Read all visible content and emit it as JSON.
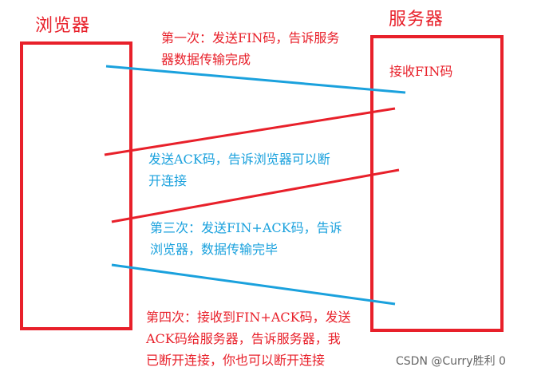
{
  "colors": {
    "red": "#e8202a",
    "blue": "#1aa1dd",
    "watermark": "#555555"
  },
  "browser": {
    "title": "浏览器"
  },
  "server": {
    "title": "服务器"
  },
  "steps": [
    {
      "text": "第一次：发送FIN码，告诉服务\n器数据传输完成",
      "color": "red",
      "direction": "browser-to-server",
      "line_color": "blue"
    },
    {
      "text": "接收FIN码",
      "color": "red"
    },
    {
      "text": "发送ACK码，告诉浏览器可以断\n开连接",
      "color": "blue",
      "direction": "server-to-browser",
      "line_color": "red"
    },
    {
      "text": "第三次：发送FIN+ACK码，告诉\n浏览器，数据传输完毕",
      "color": "blue",
      "direction": "server-to-browser",
      "line_color": "red"
    },
    {
      "text": "第四次：接收到FIN+ACK码，发送\nACK码给服务器，告诉服务器，我\n已断开连接，你也可以断开连接",
      "color": "red",
      "direction": "browser-to-server",
      "line_color": "blue"
    }
  ],
  "watermark": "CSDN @Curry胜利 0"
}
